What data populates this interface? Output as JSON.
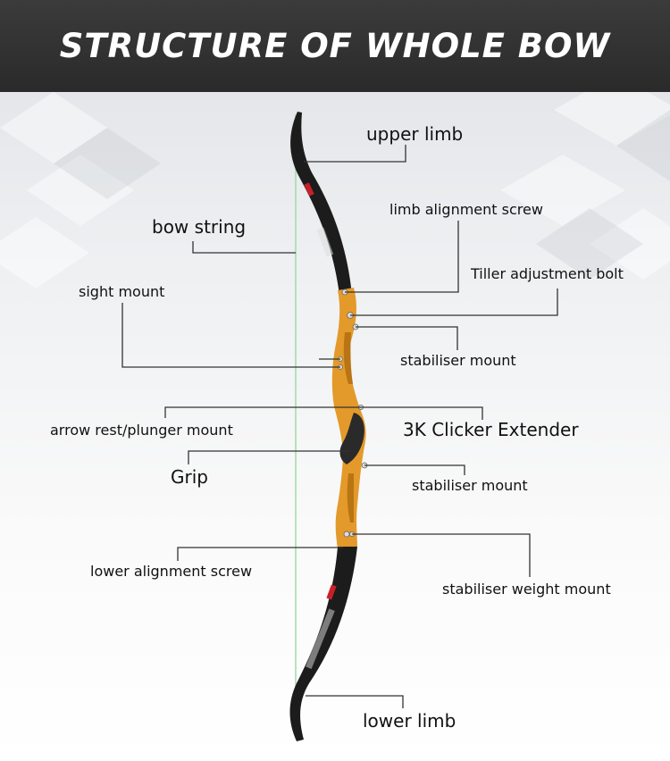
{
  "title": "STRUCTURE OF WHOLE BOW",
  "colors": {
    "header": "#2e2e2e",
    "riser": "#e39a2a",
    "limb": "#1c1c1c",
    "string": "#9fd6a8",
    "leader": "#333333"
  },
  "labels": {
    "upper_limb": "upper limb",
    "limb_alignment_screw": "limb alignment screw",
    "bow_string": "bow string",
    "tiller_adjustment_bolt": "Tiller adjustment bolt",
    "sight_mount": "sight mount",
    "stabiliser_mount_upper": "stabiliser mount",
    "arrow_rest_plunger_mount": "arrow rest/plunger mount",
    "clicker_extender": "3K Clicker Extender",
    "grip": "Grip",
    "stabiliser_mount_lower": "stabiliser mount",
    "lower_alignment_screw": "lower alignment screw",
    "stabiliser_weight_mount": "stabiliser weight mount",
    "lower_limb": "lower limb"
  }
}
